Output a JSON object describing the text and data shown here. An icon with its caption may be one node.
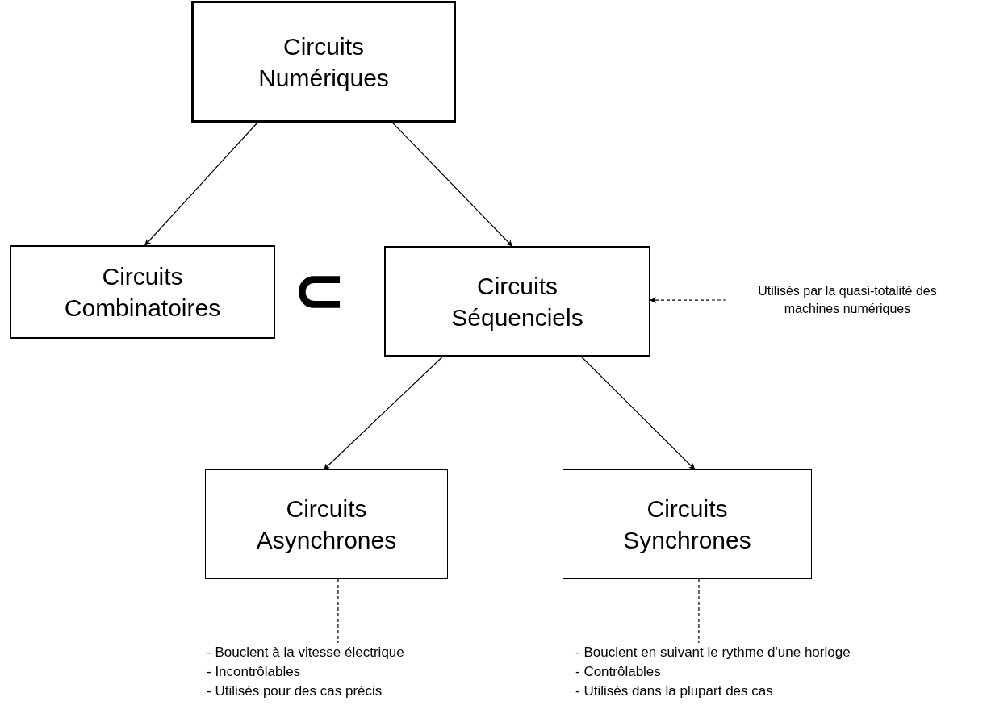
{
  "diagram": {
    "nodes": [
      {
        "text": [
          "Circuits Numériques"
        ]
      },
      {
        "text": [
          "Circuits Combinatoires"
        ]
      },
      {
        "text": [
          "Circuits Séquenciels"
        ]
      },
      {
        "text": [
          "Circuits Asynchrones"
        ]
      },
      {
        "text": [
          "Circuits Synchrones"
        ]
      },
      {
        "text": [
          "Utilisés par la quasi-totalité des machines numériques"
        ]
      },
      {
        "text": [
          "- Bouclent à la vitesse électrique",
          "- Incontrôlables",
          "- Utilisés pour des cas précis"
        ]
      },
      {
        "text": [
          "- Bouclent en suivant le rythme d'une horloge",
          "- Contrôlables",
          "- Utilisés dans la plupart des cas"
        ]
      }
    ],
    "edges": [
      {
        "from": 0,
        "to": 1,
        "arrow": "to"
      },
      {
        "from": 0,
        "to": 2,
        "arrow": "to"
      },
      {
        "from": 2,
        "to": 3,
        "arrow": "to"
      },
      {
        "from": 2,
        "to": 4,
        "arrow": "to"
      },
      {
        "from": 5,
        "to": 2,
        "arrow": "to",
        "style": "dashed"
      },
      {
        "from": 3,
        "to": 6,
        "arrow": "none",
        "style": "dashed"
      },
      {
        "from": 4,
        "to": 7,
        "arrow": "none",
        "style": "dashed"
      }
    ],
    "labels": [
      "⊂"
    ]
  }
}
